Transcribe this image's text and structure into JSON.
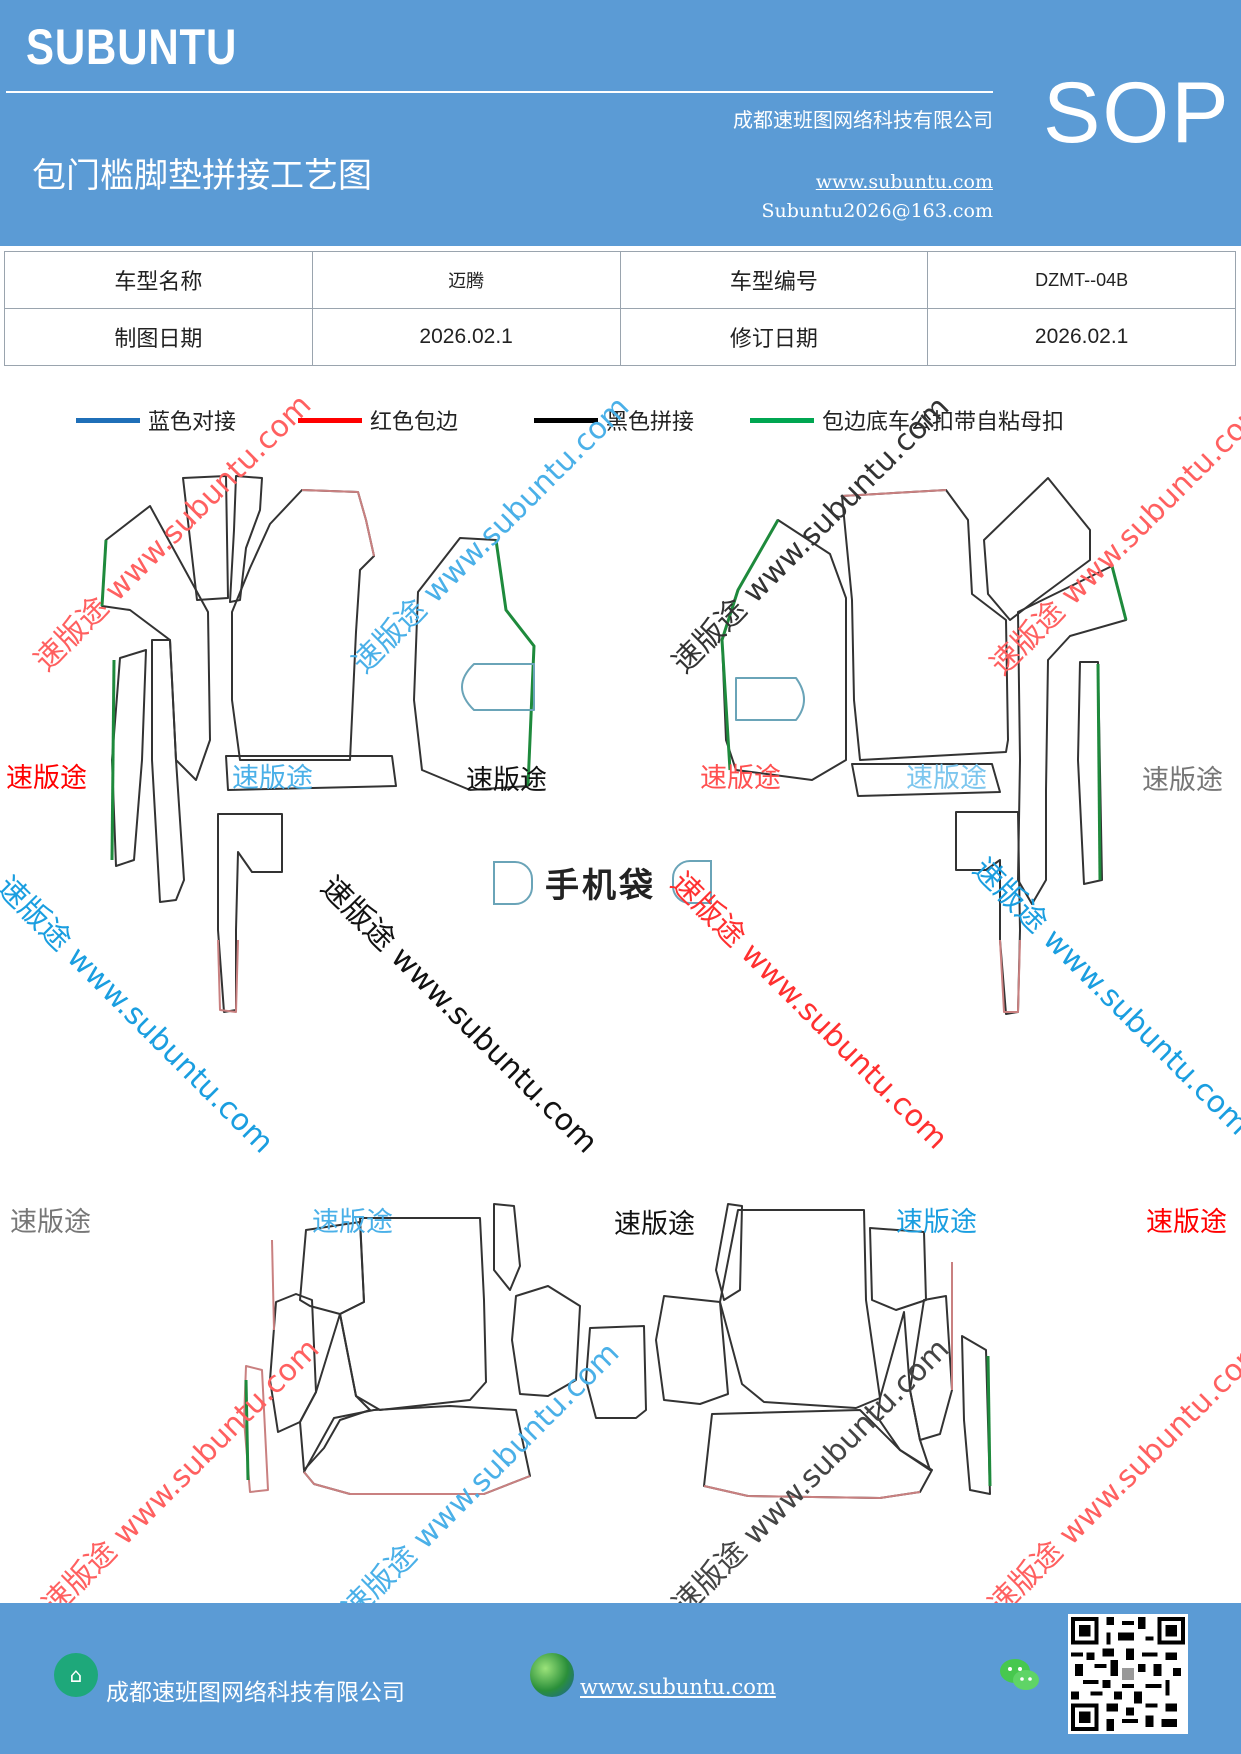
{
  "header": {
    "brand": "SUBUNTU",
    "company": "成都速班图网络科技有限公司",
    "title": "包门槛脚垫拼接工艺图",
    "website": "www.subuntu.com",
    "email": "Subuntu2026@163.com",
    "badge": "SOP"
  },
  "info": {
    "model_name_label": "车型名称",
    "model_name": "迈腾",
    "model_code_label": "车型编号",
    "model_code": "DZMT--04B",
    "draw_date_label": "制图日期",
    "draw_date": "2026.02.1",
    "revise_date_label": "修订日期",
    "revise_date": "2026.02.1"
  },
  "legend": [
    {
      "label": "蓝色对接",
      "color": "#1f6fb8"
    },
    {
      "label": "红色包边",
      "color": "#ff0000"
    },
    {
      "label": "黑色拼接",
      "color": "#000000"
    },
    {
      "label": "包边底车公扣带自粘母扣",
      "color": "#00a651"
    }
  ],
  "phone_pocket_label": "手机袋",
  "watermarks": {
    "brand": "速版途",
    "site": "www.subuntu.com",
    "full": "速版途 www.subuntu.com"
  },
  "footer": {
    "company": "成都速班图网络科技有限公司",
    "website": "www.subuntu.com"
  },
  "colors": {
    "header_bg": "#5b9bd5",
    "outline_red": "#c98080",
    "outline_black": "#333333",
    "velcro_green": "#1e8a3c",
    "butt_blue": "#6aa4b8"
  },
  "icons": [
    "home-icon",
    "globe-icon",
    "wechat-icon",
    "qr-code"
  ]
}
